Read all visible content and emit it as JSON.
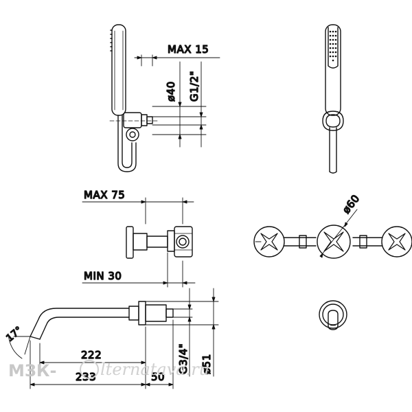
{
  "dimensions": {
    "max15": "MAX 15",
    "d40": "ø40",
    "g12": "G1/2\"",
    "max75": "MAX 75",
    "d60": "ø60",
    "min30": "MIN 30",
    "a17": "17°",
    "l222": "222",
    "l233": "233",
    "l50": "50",
    "g34": "G3/4\"",
    "d51": "ø51"
  },
  "watermark": {
    "brand": "МЗК-",
    "site": "lternatava.ru"
  },
  "colors": {
    "line": "#111111",
    "watermark": "#c8c8c8"
  }
}
